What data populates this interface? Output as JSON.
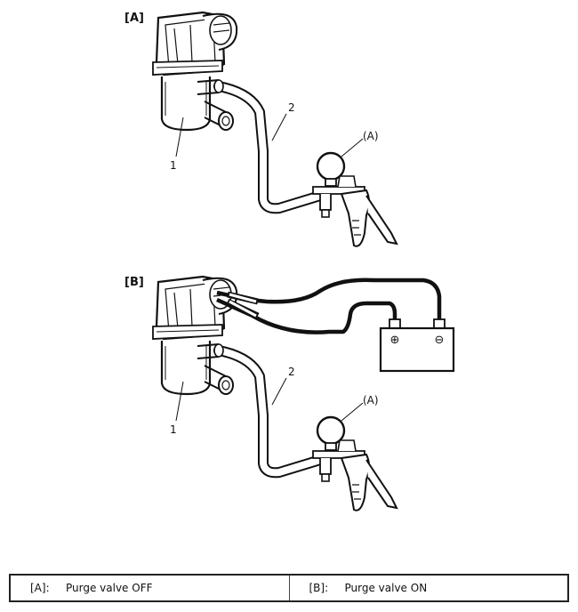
{
  "figure": {
    "panel_a_label": "[A]",
    "panel_b_label": "[B]",
    "callout_1": "1",
    "callout_2": "2",
    "callout_gauge": "(A)",
    "battery_positive": "⊕",
    "battery_negative": "⊖"
  },
  "legend": [
    {
      "key": "[A]:",
      "text": "Purge valve OFF"
    },
    {
      "key": "[B]:",
      "text": "Purge valve ON"
    }
  ]
}
